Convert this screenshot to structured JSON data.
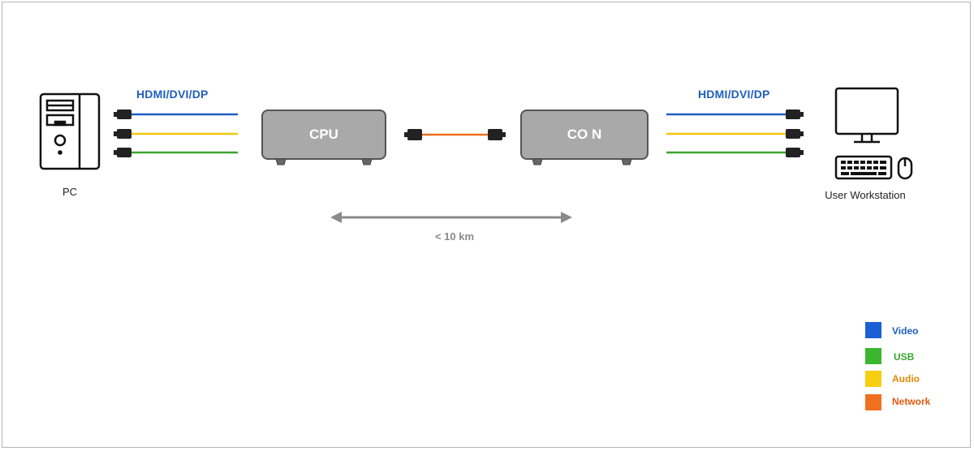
{
  "pc": {
    "label": "PC"
  },
  "workstation": {
    "label": "User Workstation"
  },
  "left_cable_label": "HDMI/DVI/DP",
  "right_cable_label": "HDMI/DVI/DP",
  "cpu_unit": {
    "label": "CPU"
  },
  "con_unit": {
    "label": "CO N"
  },
  "distance": {
    "label": "< 10 km"
  },
  "colors": {
    "video": "#1f5fbf",
    "usb": "#3aa62f",
    "audio": "#f2c511",
    "network": "#f07020",
    "unit_fill": "#a9a9a9",
    "arrow": "#8a8a8a"
  },
  "legend": [
    {
      "label": "Video",
      "swatch": "#1a5fd6",
      "text_color": "#1f5fbf"
    },
    {
      "label": "USB",
      "swatch": "#3cb52f",
      "text_color": "#3aa62f"
    },
    {
      "label": "Audio",
      "swatch": "#f5cf10",
      "text_color": "#e38a00"
    },
    {
      "label": "Network",
      "swatch": "#f07020",
      "text_color": "#e05a12"
    }
  ]
}
